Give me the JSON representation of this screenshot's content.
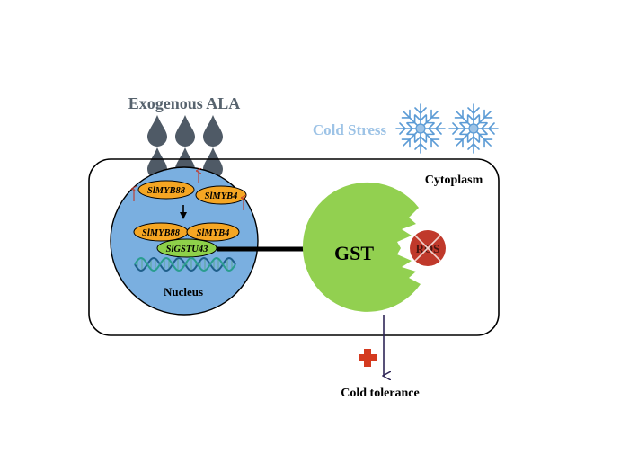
{
  "labels": {
    "exogenous": "Exogenous ALA",
    "cold_stress": "Cold Stress",
    "cytoplasm": "Cytoplasm",
    "nucleus": "Nucleus",
    "gst": "GST",
    "ros": "ROS",
    "cold_tolerance": "Cold tolerance"
  },
  "genes": {
    "myb88_top": "SlMYB88",
    "myb4_top": "SlMYB4",
    "myb88_bottom": "SlMYB88",
    "myb4_bottom": "SlMYB4",
    "gstu43": "SlGSTU43"
  },
  "colors": {
    "drop": "#4f5a66",
    "exogenous_text": "#57636e",
    "cold_stress_text": "#9dc3e6",
    "snowflake": "#5b9bd5",
    "nucleus_fill": "#7aafe0",
    "gene_fill": "#f5a623",
    "gstu43_fill": "#8ed14a",
    "gst_fill": "#92d050",
    "ros_fill": "#c0392b",
    "plus": "#d43a1f",
    "up_arrow": "#c0392b",
    "line_arrow": "#2e2557"
  },
  "icons": [
    "water-drop-icon",
    "snowflake-icon",
    "dna-helix-icon",
    "red-cross-icon",
    "up-arrow-icon"
  ]
}
